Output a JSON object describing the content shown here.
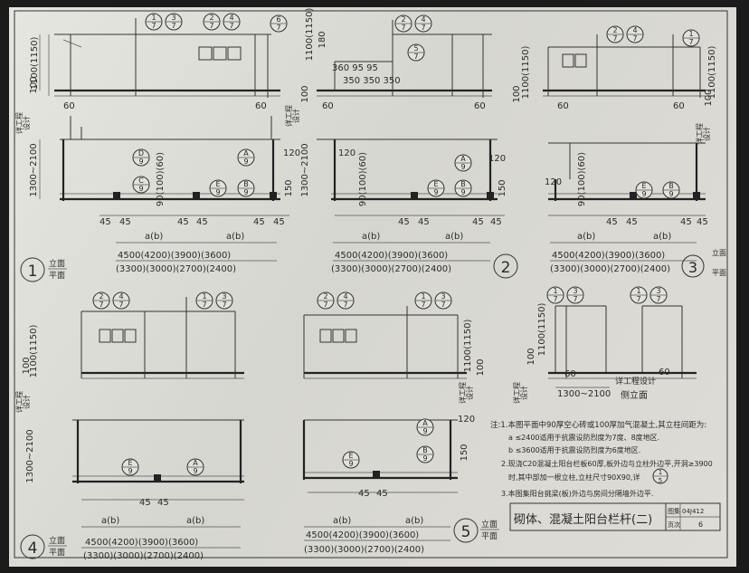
{
  "refs": {
    "r17": [
      "1",
      "7"
    ],
    "r37": [
      "3",
      "7"
    ],
    "r27": [
      "2",
      "7"
    ],
    "r47": [
      "4",
      "7"
    ],
    "r67": [
      "6",
      "7"
    ],
    "r57": [
      "5",
      "7"
    ],
    "D9": [
      "D",
      "9"
    ],
    "C9": [
      "C",
      "9"
    ],
    "A9": [
      "A",
      "9"
    ],
    "B9": [
      "B",
      "9"
    ],
    "E9": [
      "E",
      "9"
    ]
  },
  "dims": {
    "h_1100": "1100(1150)",
    "h_100": "100",
    "h_60": "60",
    "h_180": "180",
    "h_1300": "1300~2100",
    "h_120": "120",
    "h_150": "150",
    "h_90": "90",
    "h_90_100_60": "90(100)(60)",
    "h_45": "45",
    "h_360": "360 95 95",
    "h_350": "350 350 350",
    "ab": "a(b)",
    "span_1": "4500(4200)(3900)(3600)",
    "span_2": "(3300)(3000)(2700)(2400)"
  },
  "labels": {
    "detail": "详工程\n设计",
    "detail_inline": "详工程设计",
    "elev": "立面",
    "plan": "平面",
    "side_elev": "侧立面"
  },
  "details": [
    "1",
    "2",
    "3",
    "4",
    "5"
  ],
  "notes": {
    "n1": "注:1.本图平面中90厚空心砖或100厚加气混凝土,其立柱间距为:",
    "n1a": "a  ≤2400适用于抗震设防烈度为7度、8度地区.",
    "n1b": "b  ≤3600适用于抗震设防烈度为6度地区.",
    "n2": "2.现浇C20混凝土阳台栏板60厚,板外边与立柱外边平,开洞≥3900",
    "n2b": "时,其中部加一根立柱,立柱尺寸90X90,详",
    "n2ref": [
      "1",
      "5"
    ],
    "n3": "3.本图集阳台挑梁(板)外边与房间分隔墙外边平."
  },
  "title_block": {
    "title": "砌体、混凝土阳台栏杆(二)",
    "atlas": "图集",
    "atlas_no": "04J412",
    "page_label": "页次",
    "page_no": "6"
  }
}
